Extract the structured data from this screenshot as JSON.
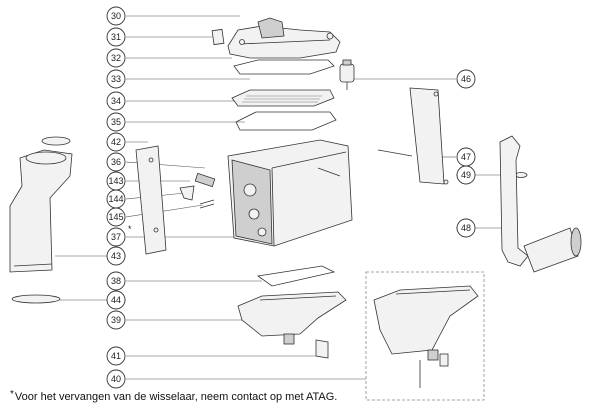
{
  "diagram": {
    "callouts": [
      "30",
      "31",
      "32",
      "33",
      "34",
      "35",
      "42",
      "36",
      "143",
      "144",
      "145",
      "37",
      "43",
      "38",
      "44",
      "39",
      "41",
      "40",
      "46",
      "47",
      "49",
      "48"
    ],
    "asterisk": "*"
  },
  "footnote": {
    "marker": "*",
    "text": "Voor het vervangen van de wisselaar, neem contact op met ATAG."
  }
}
